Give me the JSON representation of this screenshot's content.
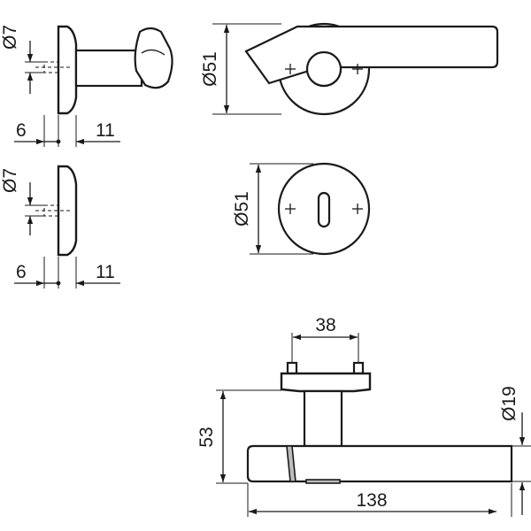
{
  "dimensions": {
    "top_side_dia": "Ø7",
    "top_side_left": "6",
    "top_side_right": "11",
    "mid_side_dia": "Ø7",
    "mid_side_left": "6",
    "mid_side_right": "11",
    "handle_rose_dia": "Ø51",
    "key_rose_dia": "Ø51",
    "screw_spacing": "38",
    "height": "53",
    "bar_dia": "Ø19",
    "length": "138"
  }
}
